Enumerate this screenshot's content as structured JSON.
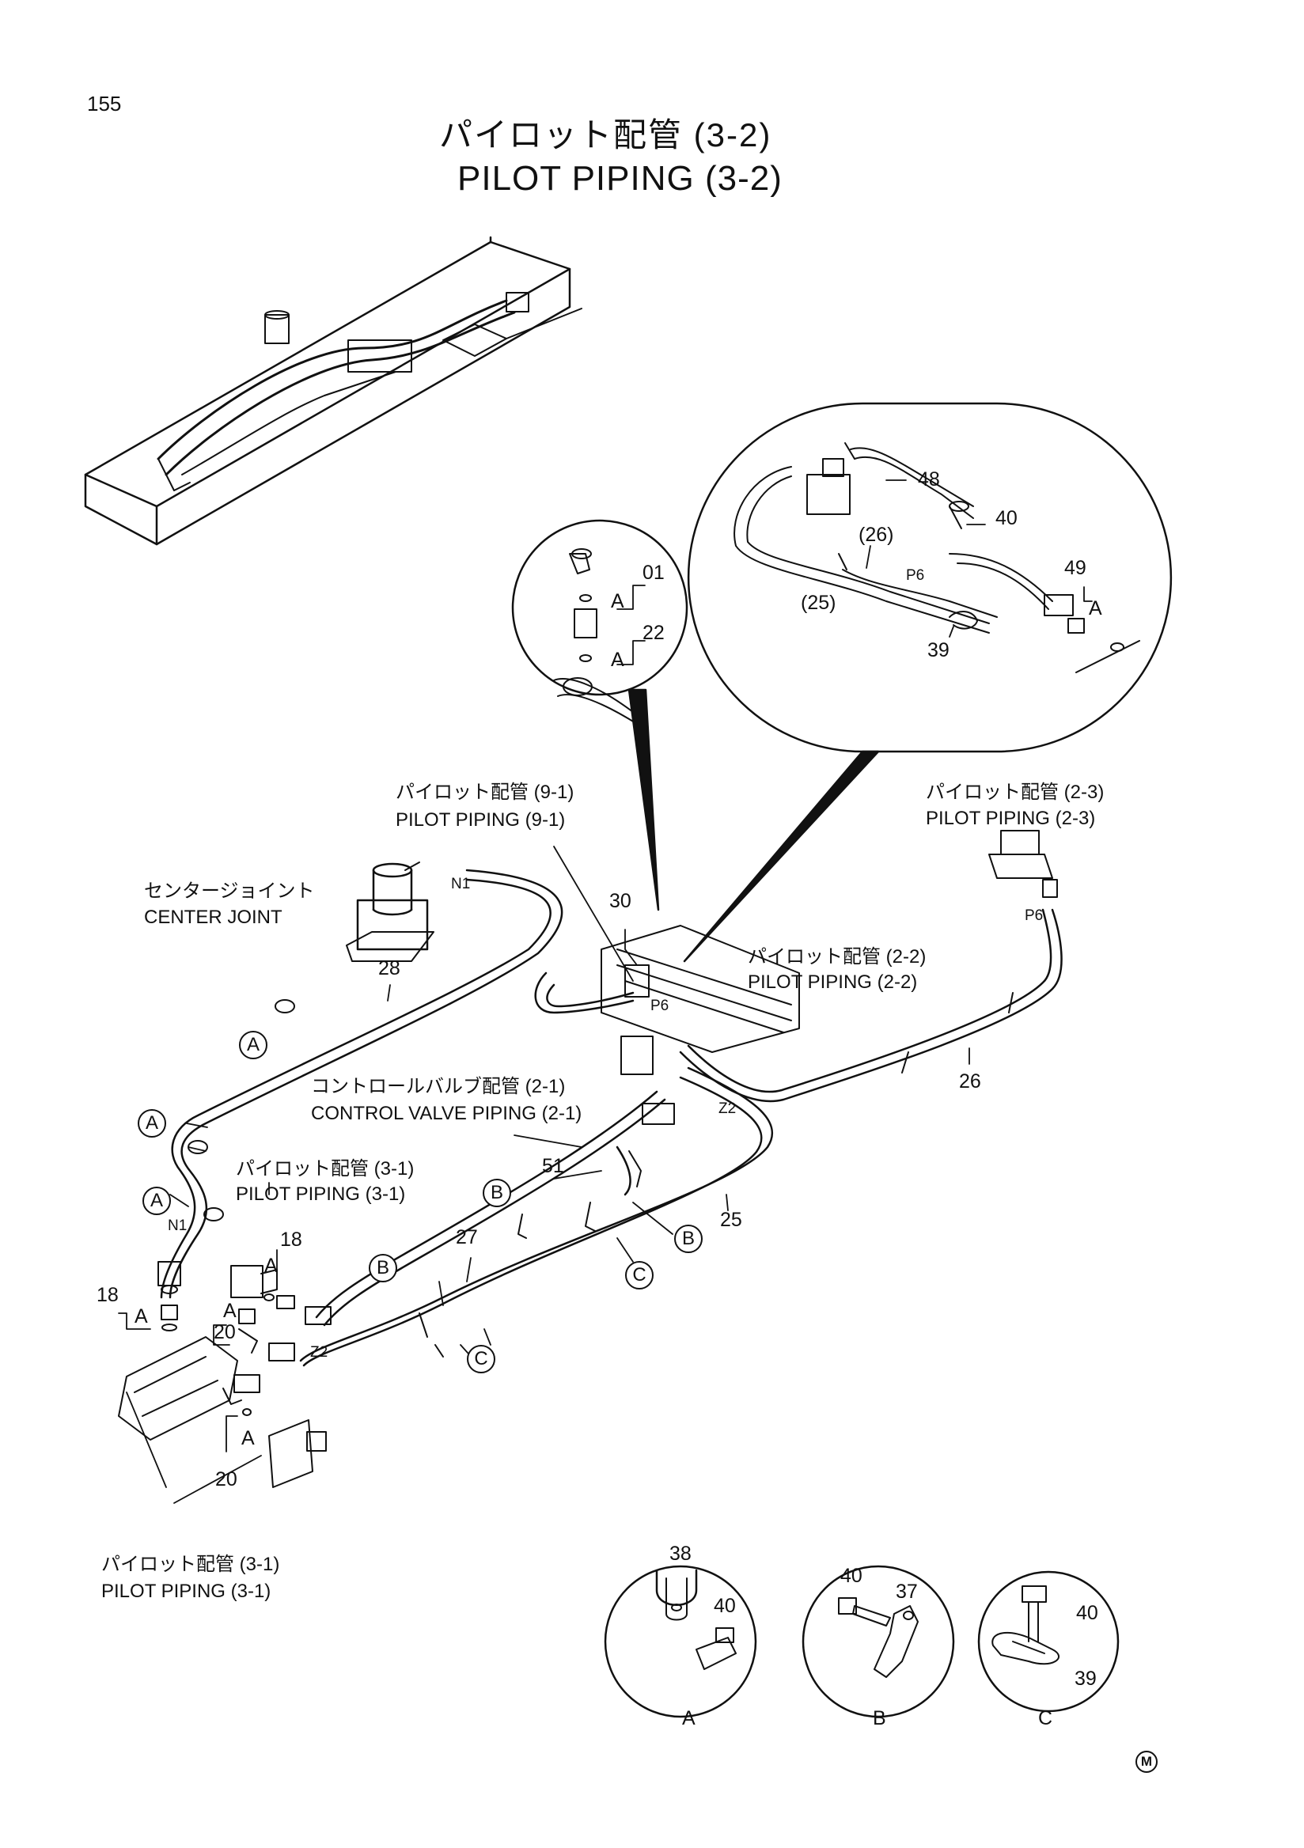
{
  "page_number": "155",
  "title": {
    "ja": "パイロット配管 (3-2)",
    "en": "PILOT PIPING (3-2)"
  },
  "references": {
    "pp91_ja": "パイロット配管 (9-1)",
    "pp91_en": "PILOT PIPING (9-1)",
    "pp23_ja": "パイロット配管 (2-3)",
    "pp23_en": "PILOT PIPING (2-3)",
    "pp22_ja": "パイロット配管 (2-2)",
    "pp22_en": "PILOT PIPING (2-2)",
    "cj_ja": "センタージョイント",
    "cj_en": "CENTER JOINT",
    "cv_ja": "コントロールバルブ配管 (2-1)",
    "cv_en": "CONTROL VALVE PIPING (2-1)",
    "pp31a_ja": "パイロット配管 (3-1)",
    "pp31a_en": "PILOT PIPING (3-1)",
    "pp31b_ja": "パイロット配管 (3-1)",
    "pp31b_en": "PILOT PIPING (3-1)"
  },
  "part_numbers": {
    "p01": "01",
    "p22": "22",
    "p48": "48",
    "p40a": "40",
    "p26a": "(26)",
    "p25a": "(25)",
    "p49": "49",
    "p39a": "39",
    "p30": "30",
    "p28": "28",
    "p26b": "26",
    "p25b": "25",
    "p51": "51",
    "p27": "27",
    "p18a": "18",
    "p18b": "18",
    "p20a": "20",
    "p20b": "20",
    "p38": "38",
    "p40b": "40",
    "p40c": "40",
    "p37": "37",
    "p40d": "40",
    "p39b": "39"
  },
  "port_labels": {
    "aA1": "A",
    "aA2": "A",
    "aA3": "A",
    "aA4": "A",
    "aA5": "A",
    "aA6": "A",
    "aA7": "A",
    "p6a": "P6",
    "p6b": "P6",
    "p6c": "P6",
    "n1a": "N1",
    "n1b": "N1",
    "z2a": "Z2",
    "z2b": "Z2"
  },
  "callouts": {
    "ca1": "A",
    "ca2": "A",
    "ca3": "A",
    "cb1": "B",
    "cb2": "B",
    "cb3": "B",
    "cc1": "C",
    "cc2": "C"
  },
  "detail_captions": {
    "a": "A",
    "b": "B",
    "c": "C"
  },
  "corner_mark": "M"
}
